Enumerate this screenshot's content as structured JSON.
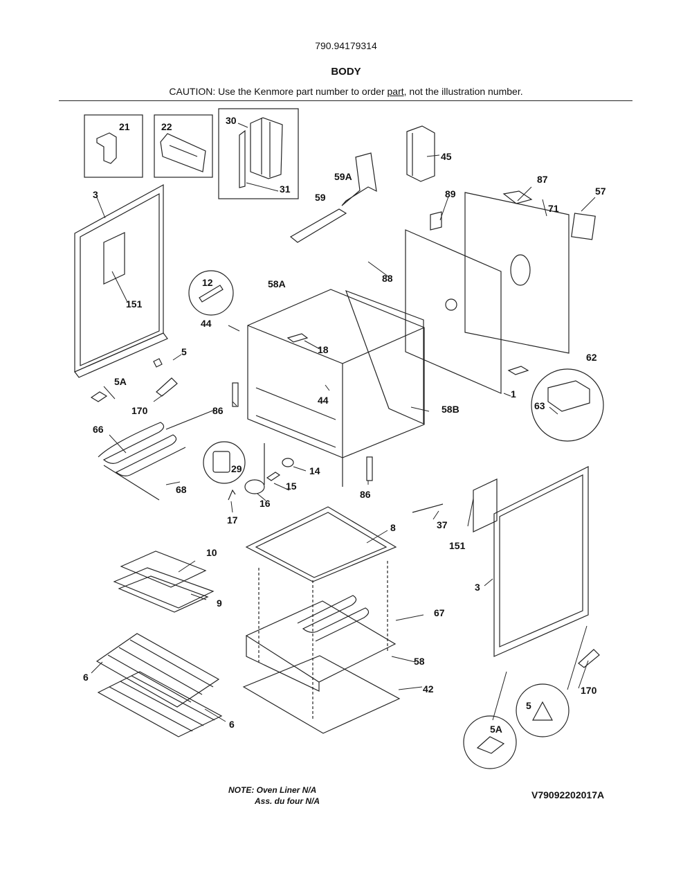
{
  "header": {
    "model_number": "790.94179314",
    "section_title": "BODY",
    "caution_prefix": "CAUTION: Use the Kenmore part number to order ",
    "caution_underlined": "part",
    "caution_suffix": ", not the illustration number."
  },
  "labels": {
    "p21": "21",
    "p22": "22",
    "p30": "30",
    "p31": "31",
    "p45": "45",
    "p59a": "59A",
    "p59": "59",
    "p87": "87",
    "p57": "57",
    "p89": "89",
    "p71": "71",
    "p3_left": "3",
    "p12": "12",
    "p58a": "58A",
    "p88": "88",
    "p151_left": "151",
    "p44_a": "44",
    "p18": "18",
    "p5_left": "5",
    "p5a_left": "5A",
    "p170_left": "170",
    "p1": "1",
    "p62": "62",
    "p63": "63",
    "p44_b": "44",
    "p86_a": "86",
    "p58b": "58B",
    "p66": "66",
    "p29": "29",
    "p14": "14",
    "p68": "68",
    "p15": "15",
    "p16": "16",
    "p17": "17",
    "p86_b": "86",
    "p37": "37",
    "p8": "8",
    "p151_right": "151",
    "p10": "10",
    "p3_right": "3",
    "p9": "9",
    "p67": "67",
    "p58": "58",
    "p6_a": "6",
    "p170_right": "170",
    "p42": "42",
    "p5_right": "5",
    "p6_b": "6",
    "p5a_right": "5A"
  },
  "footer": {
    "note_line1": "NOTE: Oven Liner N/A",
    "note_line2": "Ass. du four N/A",
    "diagram_code": "V79092202017A"
  }
}
